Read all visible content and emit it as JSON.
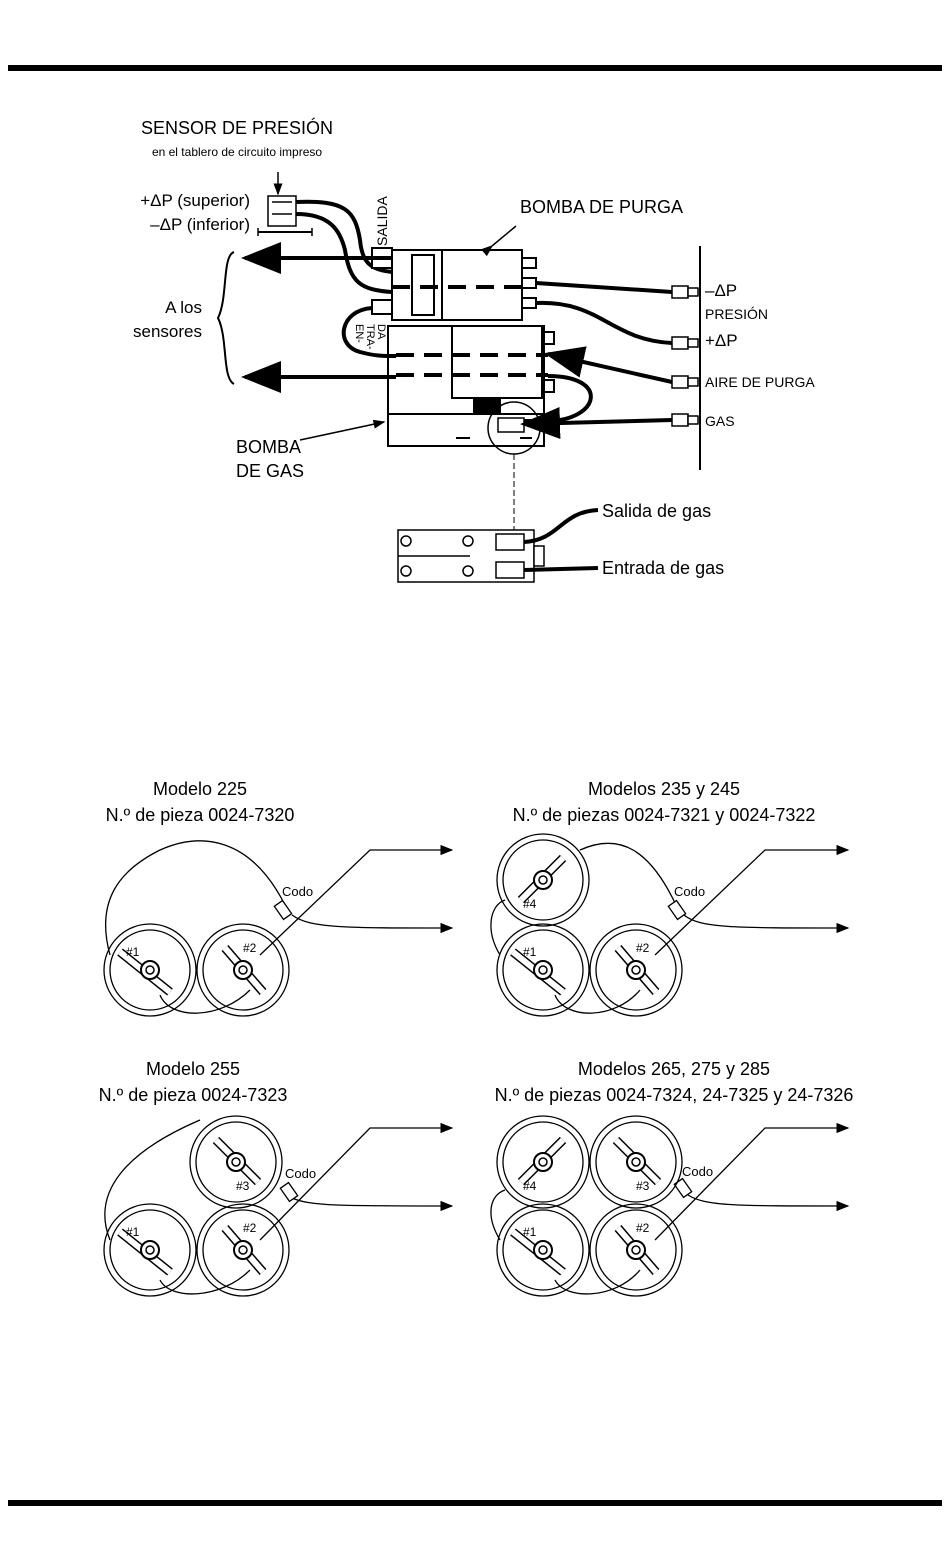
{
  "top_diagram": {
    "pressure_sensor_title": "SENSOR DE PRESIÓN",
    "pressure_sensor_subtitle": "en el tablero de circuito impreso",
    "dp_upper": "+ΔP (superior)",
    "dp_lower": "–ΔP (inferior)",
    "salida": "SALIDA",
    "purge_pump": "BOMBA DE PURGA",
    "to_sensors_line1": "A los",
    "to_sensors_line2": "sensores",
    "entrada_1": "EN-",
    "entrada_2": "TRA-",
    "entrada_3": "DA",
    "minus_dp": "–ΔP",
    "presion": "PRESIÓN",
    "plus_dp": "+ΔP",
    "purge_air": "AIRE DE PURGA",
    "gas": "GAS",
    "gas_pump_line1": "BOMBA",
    "gas_pump_line2": "DE GAS",
    "gas_outlet": "Salida de gas",
    "gas_inlet": "Entrada de gas"
  },
  "models": [
    {
      "title": "Modelo 225",
      "part": "N.º de pieza 0024-7320",
      "elbow": "Codo",
      "cells": [
        "#1",
        "#2"
      ]
    },
    {
      "title": "Modelos 235 y 245",
      "part": "N.º de piezas 0024-7321 y 0024-7322",
      "elbow": "Codo",
      "cells": [
        "#4",
        "#1",
        "#2"
      ]
    },
    {
      "title": "Modelo 255",
      "part": "N.º de pieza 0024-7323",
      "elbow": "Codo",
      "cells": [
        "#3",
        "#1",
        "#2"
      ]
    },
    {
      "title": "Modelos 265, 275 y 285",
      "part": "N.º de piezas 0024-7324, 24-7325 y 24-7326",
      "elbow": "Codo",
      "cells": [
        "#4",
        "#3",
        "#1",
        "#2"
      ]
    }
  ]
}
